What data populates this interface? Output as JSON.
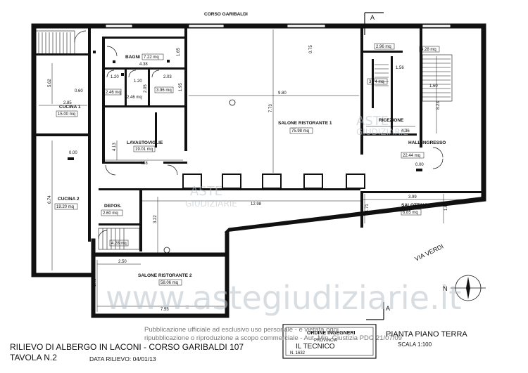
{
  "street_top": "CORSO GARIBALDI",
  "street_side": "VIA VERDI",
  "section_marker": "A",
  "north_label": "N",
  "rooms": {
    "bagni": {
      "name": "BAGNI",
      "area": "7.22 mq"
    },
    "wc_a": {
      "area": "2.46 mq"
    },
    "wc_b": {
      "area": "2.46 mq"
    },
    "wc_c": {
      "area": "3.96 mq"
    },
    "cucina1": {
      "name": "CUCINA 1",
      "area": "15.00 mq"
    },
    "lavastoviglie": {
      "name": "LAVASTOVIGLIE",
      "area": "19.01 mq"
    },
    "cucina2": {
      "name": "CUCINA 2",
      "area": "19.20 mq"
    },
    "depos": {
      "name": "DEPOS.",
      "area": "2.60 mq"
    },
    "small_428": {
      "area": "4.28 mq"
    },
    "salone1": {
      "name": "SALONE RISTORANTE 1",
      "area": "75.98 mq"
    },
    "salone2": {
      "name": "SALONE RISTORANTE 2",
      "area": "58.06 mq"
    },
    "ricezione": {
      "name": "RICEZIONE"
    },
    "hall": {
      "name": "HALL INGRESSO",
      "area": "22.44 mq"
    },
    "salottino": {
      "name": "SALOTTINO",
      "area": "6.85 mq"
    },
    "r296": {
      "area": "2.96 mq"
    },
    "r428b": {
      "area": "4.28 mq"
    },
    "r374": {
      "area": "3.74 mq"
    }
  },
  "levels": {
    "l1": "0.00",
    "l2": "0.00"
  },
  "dims": {
    "d562": "5.62",
    "d060": "0.60",
    "d285": "2.85",
    "d438a": "4.38",
    "d120a": "1.20",
    "d120b": "1.20",
    "d205": "2.05",
    "d203": "2.03",
    "d195": "1.95",
    "d165": "1.65",
    "d075": "0.75",
    "d980": "9.80",
    "d773": "7.73",
    "d156": "1.56",
    "d160": "1.60",
    "d823": "8.23",
    "d436": "4.36",
    "d413": "4.13",
    "d438b": "4.38",
    "d674": "6.74",
    "d1298": "12.98",
    "d322": "3.22",
    "d171": "1.71",
    "d399": "3.99",
    "d164": "1.64",
    "d250": "2.50",
    "d349": "3.49",
    "d753": "7.53"
  },
  "watermark": {
    "brand_top": "ASTE",
    "brand_bottom": "GIUDIZIARIE",
    "site": "www.astegiudiziarie.it"
  },
  "notice": {
    "line1": "Pubblicazione ufficiale ad esclusivo uso personale - è vietata ogni",
    "line2": "ripubblicazione o riproduzione a scopo commerciale - Aut. Min. Giustizia PDG 21/07/09"
  },
  "stamp": {
    "title": "ORDINE INGEGNERI",
    "sub": "PROVINCIA",
    "code": "N. 1632"
  },
  "footer": {
    "title": "RILIEVO DI ALBERGO IN LACONI - CORSO GARIBALDI 107",
    "table": "TAVOLA N.2",
    "date_label": "DATA RILIEVO: 04/01/13",
    "author": "IL TECNICO",
    "plan": "PIANTA PIANO TERRA",
    "scale": "SCALA 1:100"
  }
}
